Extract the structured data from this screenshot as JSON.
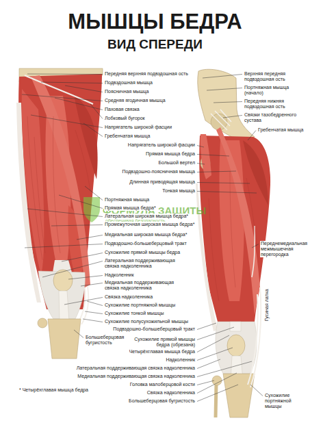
{
  "diagram": {
    "title": "МЫШЦЫ БЕДРА",
    "caption": "* Четырёхглавая мышца бедра",
    "labels": [
      "ВИД СПЕРЕДИ",
      "Передняя верхняя подвздошная ость",
      "Подвздошная мышца",
      "Поясничная мышца",
      "Средняя ягодичная мышца",
      "Паховая связка",
      "Лобковый бугорок",
      "Напрягатель широкой фасции",
      "Гребенчатая мышца",
      "Напрягатель широкой фасции",
      "Прямая мышца бедра",
      "Большой вертел",
      "Подвздошно-поясничная мышца",
      "Длинная приводящая мышца",
      "Тонкая мышца",
      "Портняжная мышца",
      "Прямая мышца бедра*",
      "Латеральная широкая мышца бедра*",
      "Промежуточная широкая мышца бедра*",
      "Медиальная широкая мышца бедра*",
      "Подвздошно-большеберцовый тракт",
      "Сухожилие прямой мышцы бедра",
      "Латеральная поддерживающая связка надколенника",
      "Надколенник",
      "Медиальная поддерживающая связка надколенника",
      "Связка надколенника",
      "Сухожилие портняжной мышцы",
      "Сухожилие тонкой мышцы",
      "Сухожилие полусухожильной мышцы",
      "Подвздошно-большеберцовый тракт",
      "Большеберцовая бугристость",
      "Сухожилие прямой мышцы бедра (обрезана)",
      "Четырёхглавая мышца бедра",
      "Надколенник",
      "Латеральная поддерживающая связка надколенника",
      "Медиальная поддерживающая связка надколенника",
      "Головка малоберцовой кости",
      "Связка надколенника",
      "Большеберцовая бугристость",
      "Верхняя передняя подвздошная ость",
      "Портняжная мышца (начало)",
      "Передняя нижняя подвздошная ость",
      "Связки тазобедренного сустава",
      "Гребенчатая мышца",
      "Переднемедиальная межмышечная перегородка",
      "Гусиная лапка",
      "Сухожилие портняжной мышцы",
      "ФОРМУЛА ЗАЩИТЫ",
      "обеспечивая безопасность"
    ]
  }
}
